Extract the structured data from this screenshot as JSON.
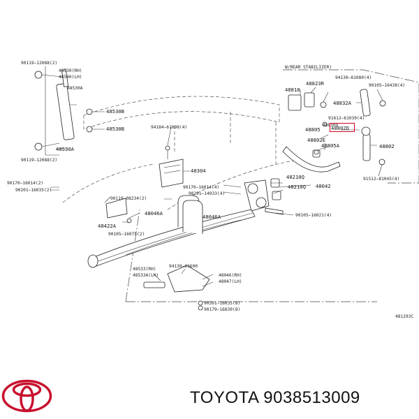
{
  "diagram": {
    "section_title": "W/REAR STABILIZER)",
    "drawing_code": "481293C",
    "highlighted_part": "48802D",
    "labels": {
      "p90119_12088_top": "90119−12088(2)",
      "p48530_rh": "48530(RH)",
      "p48540_lh": "48540(LH)",
      "p48530a_top": "48530A",
      "p48530b_1": "48530B",
      "p48530b_2": "48530B",
      "p48530a_bottom": "48530A",
      "p90119_12088_bottom": "90119−12088(2)",
      "p48823r": "48823R",
      "p48818": "48818",
      "p94130": "94130−81080(4)",
      "p90105_16438": "90105−16438(4)",
      "p48832a": "48832A",
      "p91612": "91612−61030(4)",
      "p48830q": "48830Q",
      "p48802d": "48802D",
      "p48805": "48805",
      "p48802e": "48802E",
      "p48805a": "48805A",
      "p48802": "48802",
      "p94184": "94184−61098(4)",
      "p48304": "48304",
      "p90170_16014_left": "90170−16014(2)",
      "p90201_16035_left": "90201−16035(2)",
      "p90119_08234": "90119−08234(2)",
      "p90170_16014_mid": "90170−16014(4)",
      "p90201_14933": "90201−14933(4)",
      "p48210q_1": "48210Q",
      "p48210q_2": "48210Q",
      "p48042": "48042",
      "p91512": "91512−81045(4)",
      "p48046a_1": "48046A",
      "p48046a_2": "48046A",
      "p48422a": "48422A",
      "p90105_16075": "90105−16075(2)",
      "p90105_16021": "90105−16021(4)",
      "p48533_rh": "48533(RH)",
      "p48533a_lh": "48533A(LH)",
      "p94130_61600": "94130−61600",
      "p48046_rh": "48046(RH)",
      "p48047_lh": "48047(LH)",
      "p90201_16035_bottom": "90201−16035(8)",
      "p90179_16830": "90179−16830(8)"
    }
  },
  "footer": {
    "brand_caption": "TOYOTA 9038513009",
    "logo_icon": "toyota-logo-icon",
    "logo_color": "#c8102e"
  }
}
